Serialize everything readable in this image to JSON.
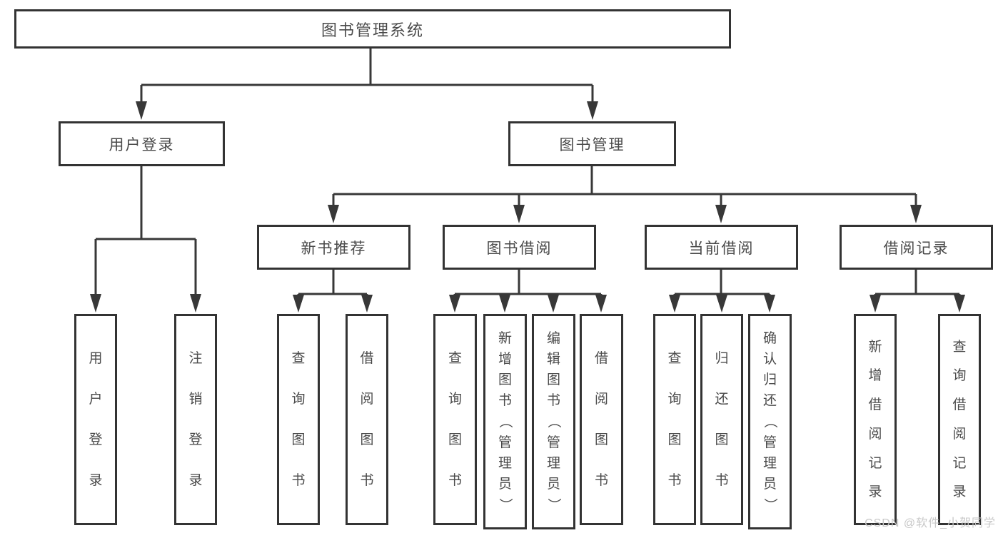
{
  "diagram": {
    "title": "图书管理系统",
    "nodes": {
      "root": "图书管理系统",
      "login": "用户登录",
      "mgmt": "图书管理",
      "l3": [
        "新书推荐",
        "图书借阅",
        "当前借阅",
        "借阅记录"
      ],
      "login_children": [
        "用户登录",
        "注销登录"
      ],
      "newbook_children": [
        "查询图书",
        "借阅图书"
      ],
      "borrow_children": [
        "查询图书",
        "新增图书（管理员）",
        "编辑图书（管理员）",
        "借阅图书"
      ],
      "current_children": [
        "查询图书",
        "归还图书",
        "确认归还（管理员）"
      ],
      "record_children": [
        "新增借阅记录",
        "查询借阅记录"
      ]
    },
    "colors": {
      "box_border": "#333333",
      "connector": "#383838",
      "text": "#4a4a4a",
      "watermark_text": "#c8c8c8",
      "background": "#ffffff"
    }
  },
  "watermark": {
    "text": "CSDN @软件_小贺同学"
  }
}
